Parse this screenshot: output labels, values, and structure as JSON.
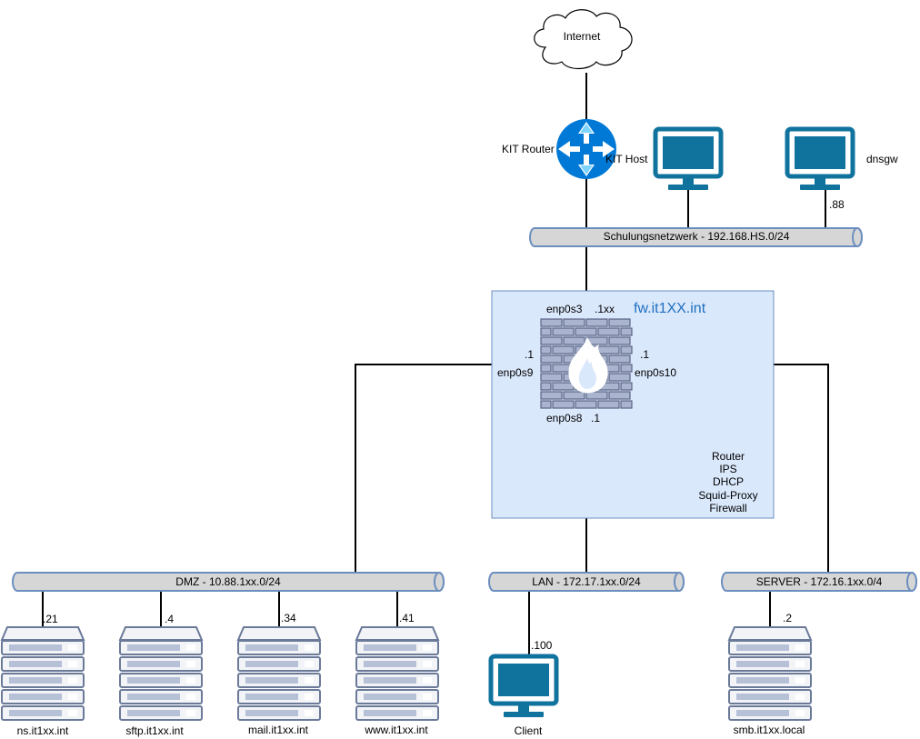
{
  "internet": {
    "label": "Internet"
  },
  "kit_router": {
    "label": "KIT Router"
  },
  "kit_host": {
    "label": "KIT Host"
  },
  "dnsgw": {
    "label": "dnsgw",
    "ip": ".88"
  },
  "schulung": {
    "label": "Schulungsnetzwerk - 192.168.HS.0/24"
  },
  "firewall": {
    "name": "fw.it1XX.int",
    "if_top": "enp0s3",
    "ip_top": ".1xx",
    "if_left": "enp0s9",
    "ip_left": ".1",
    "if_right": "enp0s10",
    "ip_right": ".1",
    "if_bottom": "enp0s8",
    "ip_bottom": ".1",
    "roles": [
      "Router",
      "IPS",
      "DHCP",
      "Squid-Proxy",
      "Firewall"
    ]
  },
  "dmz": {
    "label": "DMZ - 10.88.1xx.0/24"
  },
  "lan": {
    "label": "LAN - 172.17.1xx.0/24"
  },
  "server": {
    "label": "SERVER - 172.16.1xx.0/4"
  },
  "hosts": {
    "ns": {
      "label": "ns.it1xx.int",
      "ip": ".21"
    },
    "sftp": {
      "label": "sftp.it1xx.int",
      "ip": ".4"
    },
    "mail": {
      "label": "mail.it1xx.int",
      "ip": ".34"
    },
    "www": {
      "label": "www.it1xx.int",
      "ip": ".41"
    },
    "client": {
      "label": "Client",
      "ip": ".100"
    },
    "smb": {
      "label": "smb.it1xx.local",
      "ip": ".2"
    }
  },
  "colors": {
    "bus_fill": "#d6d6d6",
    "bus_stroke": "#6c8ebf",
    "fw_zone_fill": "#dae8fc",
    "fw_zone_stroke": "#6c8ebf",
    "monitor": "#10739e",
    "router": "#0079d6",
    "server_fill": "#f2f4f7",
    "server_stroke": "#6b7a99",
    "wall_fill": "#aab4ce",
    "wall_stroke": "#5a6585"
  }
}
